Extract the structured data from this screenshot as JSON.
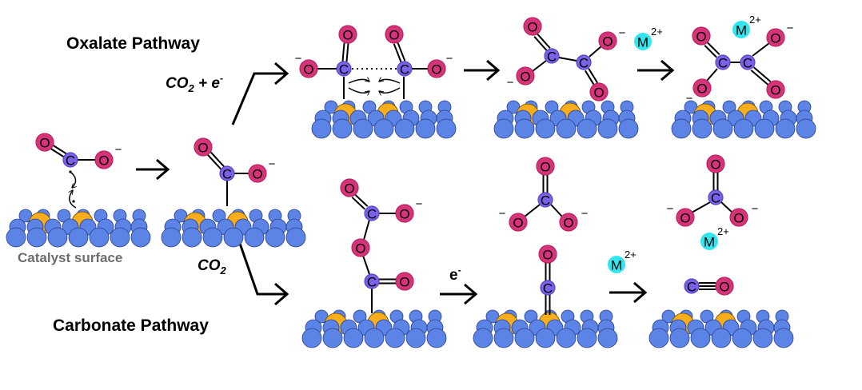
{
  "titles": {
    "oxalate": "Oxalate Pathway",
    "carbonate": "Carbonate Pathway",
    "catalyst_surface": "Catalyst surface"
  },
  "reagents": {
    "oxalate_branch": {
      "main": "CO",
      "sub": "2",
      "rest": " + e",
      "sup": "-"
    },
    "carbonate_branch": {
      "main": "CO",
      "sub": "2"
    },
    "electron": {
      "main": "e",
      "sup": "-"
    }
  },
  "metal_ion": {
    "symbol": "M",
    "charge": "2+"
  },
  "colors": {
    "oxygen": "#d6337a",
    "oxygen_ring": "#b8245f",
    "carbon": "#7b61e8",
    "surface_atom": "#5b84e6",
    "active_site": "#f7ae1a",
    "metal_ion": "#33e6ee",
    "gray_text": "#6d6d6d"
  },
  "atoms": {
    "oxygen": "O",
    "carbon": "C"
  },
  "species": [
    {
      "id": "co2-radical-anion",
      "name": "CO2•− adsorbing"
    },
    {
      "id": "adsorbed-co2-anion",
      "name": "adsorbed CO2−"
    },
    {
      "id": "oxalate-coupling",
      "name": "C–C coupling intermediate"
    },
    {
      "id": "oxalate-adsorbed",
      "name": "adsorbed oxalate"
    },
    {
      "id": "metal-oxalate",
      "name": "metal oxalate"
    },
    {
      "id": "carbonate-intermediate",
      "name": "O-bridged intermediate"
    },
    {
      "id": "carbonate-co",
      "name": "carbonate + adsorbed CO"
    },
    {
      "id": "metal-carbonate-co",
      "name": "metal carbonate + CO"
    }
  ]
}
